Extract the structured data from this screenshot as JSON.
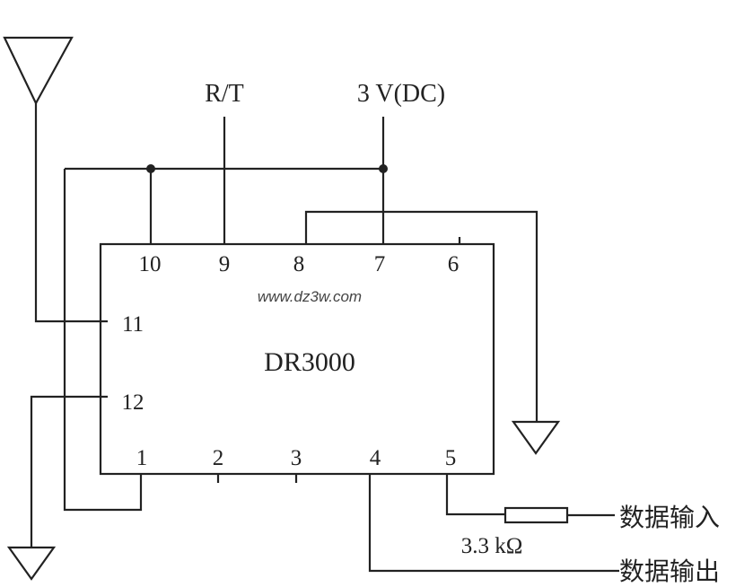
{
  "chip": {
    "name": "DR3000"
  },
  "watermark": "www.dz3w.com",
  "labels": {
    "rt": "R/T",
    "vcc": "3 V(DC)",
    "resistor": "3.3 kΩ",
    "data_in": "数据输入",
    "data_out": "数据输出"
  },
  "pins": {
    "p1": "1",
    "p2": "2",
    "p3": "3",
    "p4": "4",
    "p5": "5",
    "p6": "6",
    "p7": "7",
    "p8": "8",
    "p9": "9",
    "p10": "10",
    "p11": "11",
    "p12": "12"
  }
}
